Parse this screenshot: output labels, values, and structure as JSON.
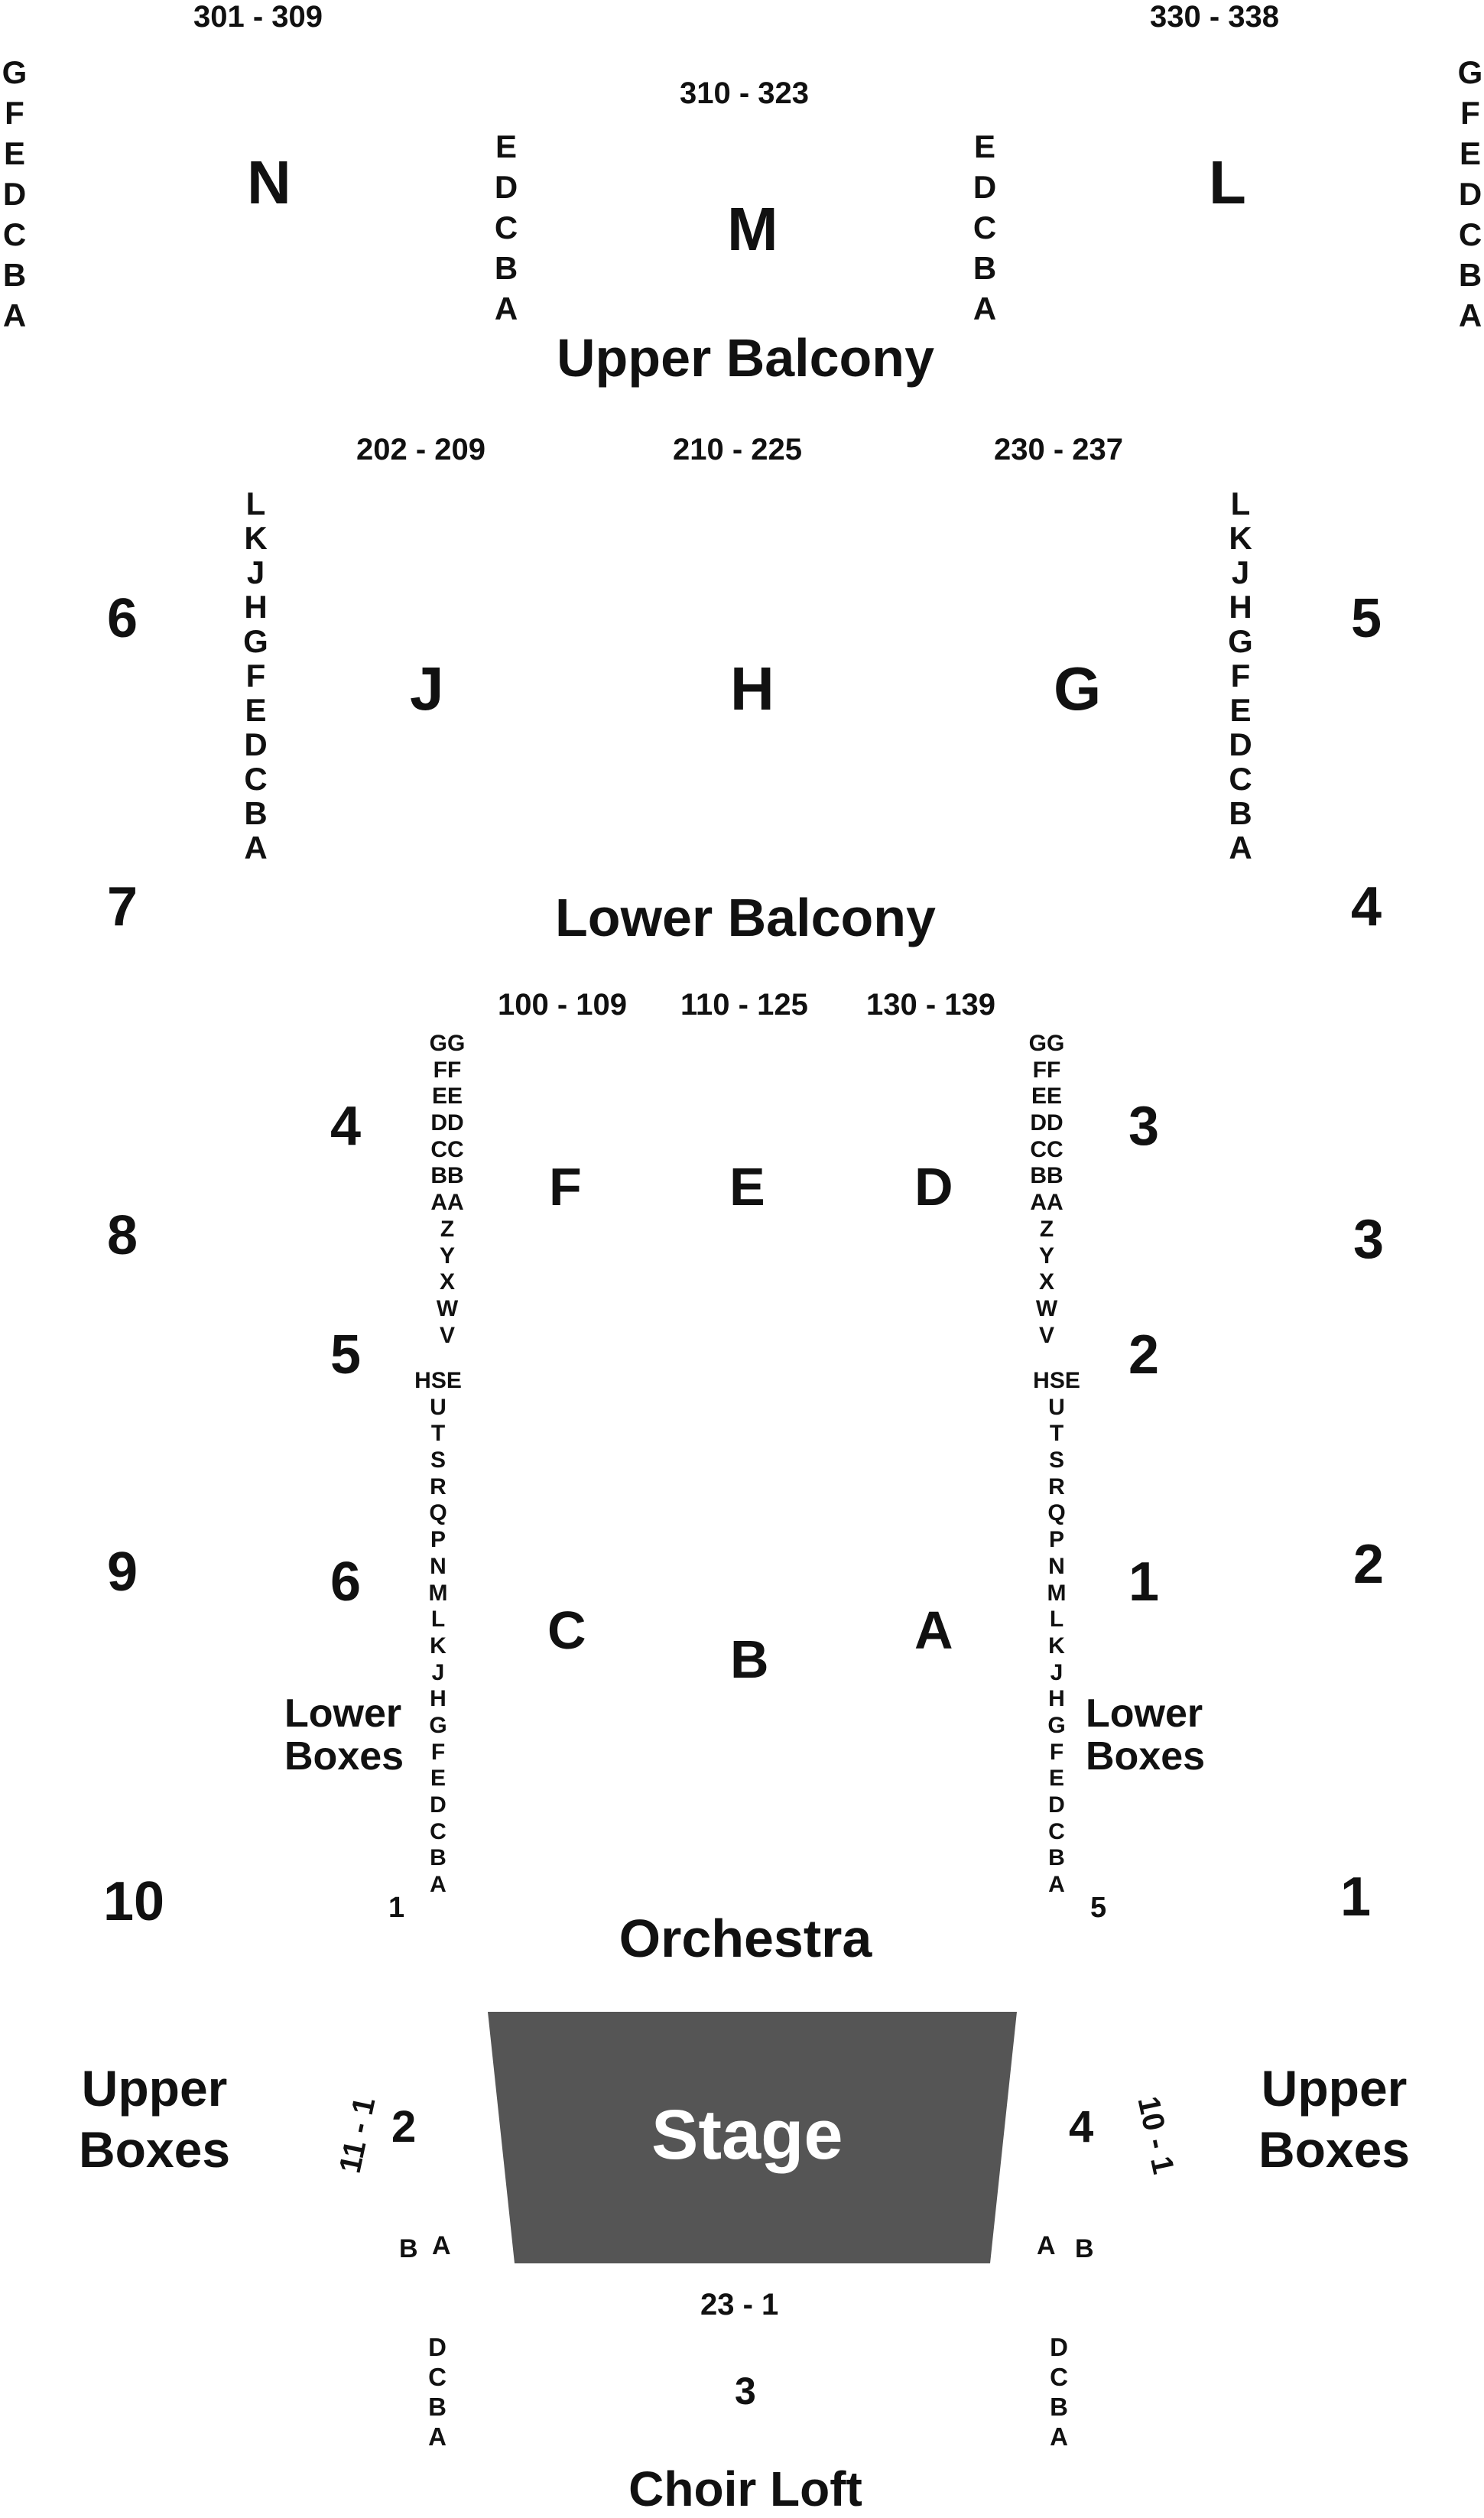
{
  "upper_balcony": {
    "title": "Upper Balcony",
    "left_range": "301 - 309",
    "center_range": "310 - 323",
    "right_range": "330 - 338",
    "sections": {
      "left": "N",
      "center": "M",
      "right": "L"
    },
    "outer_rows": [
      "G",
      "F",
      "E",
      "D",
      "C",
      "B",
      "A"
    ],
    "inner_rows": [
      "E",
      "D",
      "C",
      "B",
      "A"
    ]
  },
  "lower_balcony": {
    "title": "Lower Balcony",
    "left_range": "202 - 209",
    "center_range": "210 - 225",
    "right_range": "230 - 237",
    "sections": {
      "left": "J",
      "center": "H",
      "right": "G"
    },
    "rows": [
      "L",
      "K",
      "J",
      "H",
      "G",
      "F",
      "E",
      "D",
      "C",
      "B",
      "A"
    ],
    "side_left": {
      "top": "6",
      "bottom": "7"
    },
    "side_right": {
      "top": "5",
      "bottom": "4"
    }
  },
  "orchestra": {
    "title": "Orchestra",
    "left_range": "100 - 109",
    "center_range": "110 - 125",
    "right_range": "130 - 139",
    "sections": {
      "f": "F",
      "e": "E",
      "d": "D",
      "c": "C",
      "b": "B",
      "a": "A"
    },
    "rows_upper": [
      "GG",
      "FF",
      "EE",
      "DD",
      "CC",
      "BB",
      "AA",
      "Z",
      "Y",
      "X",
      "W",
      "V"
    ],
    "rows_lower": [
      "HSE",
      "U",
      "T",
      "S",
      "R",
      "Q",
      "P",
      "N",
      "M",
      "L",
      "K",
      "J",
      "H",
      "G",
      "F",
      "E",
      "D",
      "C",
      "B",
      "A"
    ],
    "lower_boxes_label": [
      "Lower",
      "Boxes"
    ],
    "left_boxes": {
      "b4": "4",
      "b5": "5",
      "b6": "6",
      "b1": "1"
    },
    "right_boxes": {
      "b3": "3",
      "b2": "2",
      "b1": "1",
      "b5": "5"
    }
  },
  "outer_boxes": {
    "left": {
      "b8": "8",
      "b9": "9",
      "b10": "10"
    },
    "right": {
      "b3": "3",
      "b2": "2",
      "b1": "1"
    }
  },
  "stage_area": {
    "stage_label": "Stage",
    "upper_boxes_label": [
      "Upper",
      "Boxes"
    ],
    "left_num": "2",
    "right_num": "4",
    "left_seats": "11 - 1",
    "right_seats": "10 - 1",
    "left_ab": [
      "B",
      "A"
    ],
    "right_ab": [
      "A",
      "B"
    ]
  },
  "choir_loft": {
    "title": "Choir Loft",
    "range": "23 - 1",
    "section": "3",
    "rows": [
      "D",
      "C",
      "B",
      "A"
    ]
  },
  "colors": {
    "stage_fill": "#555555",
    "text": "#111111"
  }
}
